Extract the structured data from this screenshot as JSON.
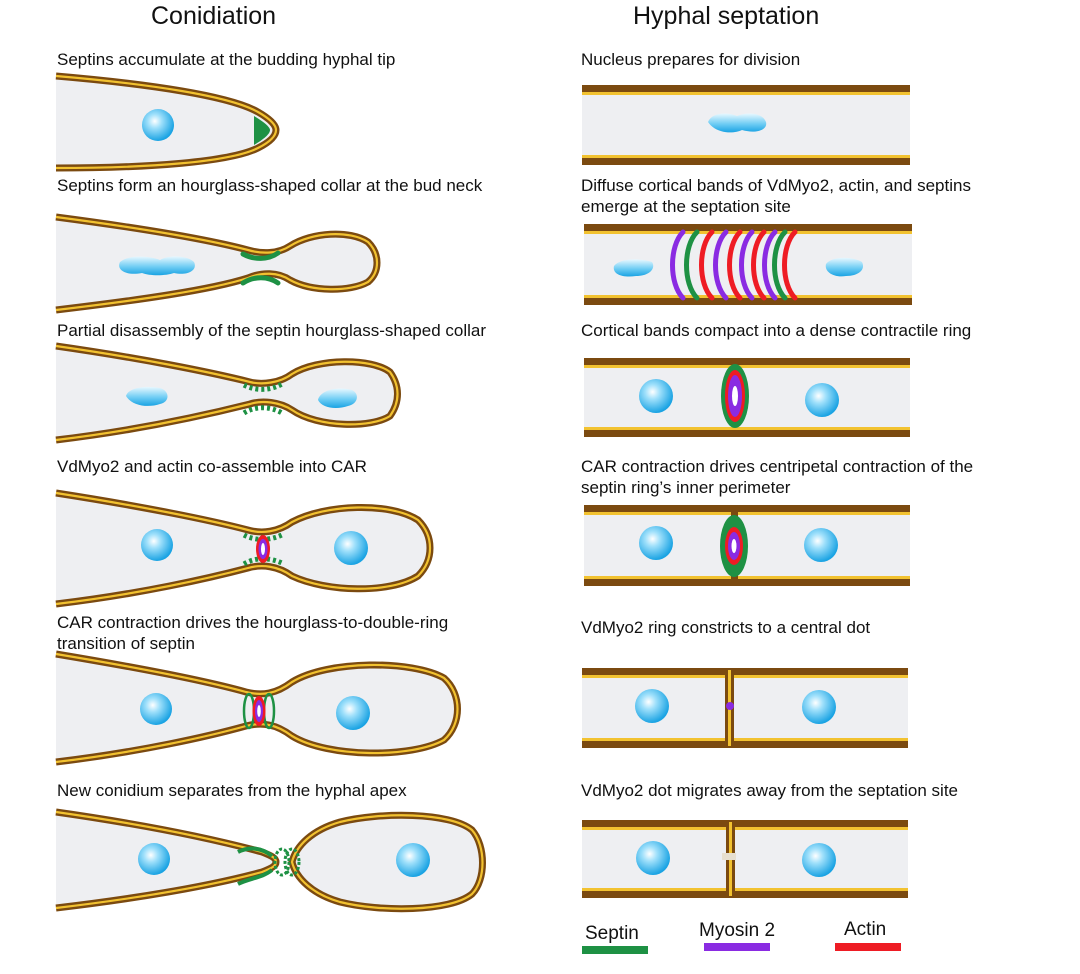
{
  "headings": {
    "left": "Conidiation",
    "right": "Hyphal septation"
  },
  "conidiation_steps": [
    [
      "Septins accumulate at the budding hyphal tip"
    ],
    [
      "Septins form an hourglass-shaped collar at the bud neck"
    ],
    [
      "Partial disassembly of the septin hourglass-shaped collar"
    ],
    [
      "VdMyo2 and actin co-assemble into CAR"
    ],
    [
      "CAR contraction drives the hourglass-to-double-ring",
      "transition of septin"
    ],
    [
      "New conidium separates from the hyphal apex"
    ]
  ],
  "septation_steps": [
    [
      "Nucleus prepares for division"
    ],
    [
      "Diffuse cortical bands of VdMyo2, actin, and septins",
      "emerge at the septation site"
    ],
    [
      "Cortical bands compact into a dense contractile ring"
    ],
    [
      "CAR contraction drives centripetal contraction of the",
      "septin ring’s inner perimeter"
    ],
    [
      "VdMyo2 ring constricts to a central dot"
    ],
    [
      "VdMyo2 dot migrates away from the septation site"
    ]
  ],
  "legend": [
    {
      "label": "Septin",
      "color": "#1e9144"
    },
    {
      "label": "Myosin 2",
      "color": "#8a2be2"
    },
    {
      "label": "Actin",
      "color": "#ee1c24"
    }
  ],
  "colors": {
    "wall": "#7b4a10",
    "membrane": "#f2c230",
    "cytoplasm": "#eeeff2",
    "septin": "#1e9144",
    "myosin": "#8a2be2",
    "actin": "#ee1c24",
    "nucleus": "#29b2ea"
  }
}
